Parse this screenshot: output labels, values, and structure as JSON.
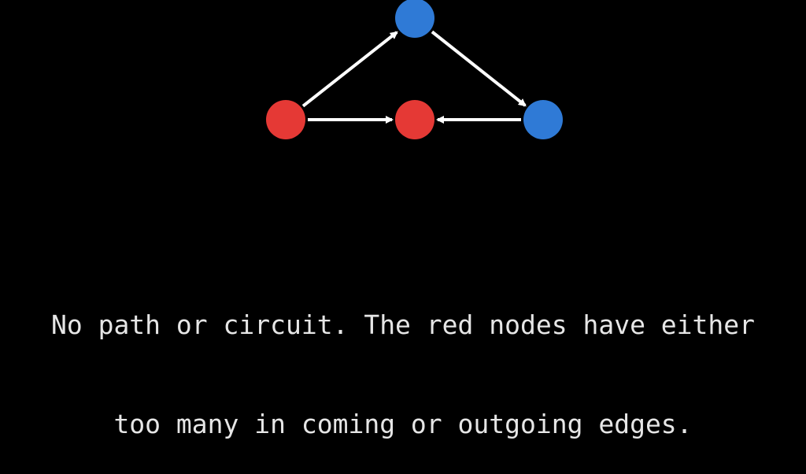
{
  "colors": {
    "background": "#000000",
    "red_node": "#e53935",
    "blue_node": "#2f7ad6",
    "edge": "#ffffff",
    "caption_text": "#e6e6e6"
  },
  "graph": {
    "nodes": [
      {
        "id": "red-left",
        "color": "red"
      },
      {
        "id": "red-center",
        "color": "red"
      },
      {
        "id": "blue-top",
        "color": "blue"
      },
      {
        "id": "blue-right",
        "color": "blue"
      }
    ],
    "edges": [
      {
        "from": "red-left",
        "to": "blue-top"
      },
      {
        "from": "blue-top",
        "to": "blue-right"
      },
      {
        "from": "red-left",
        "to": "red-center"
      },
      {
        "from": "blue-right",
        "to": "red-center"
      }
    ]
  },
  "caption": {
    "line1": "No path or circuit. The red nodes have either",
    "line2": "too many in coming or outgoing edges."
  }
}
